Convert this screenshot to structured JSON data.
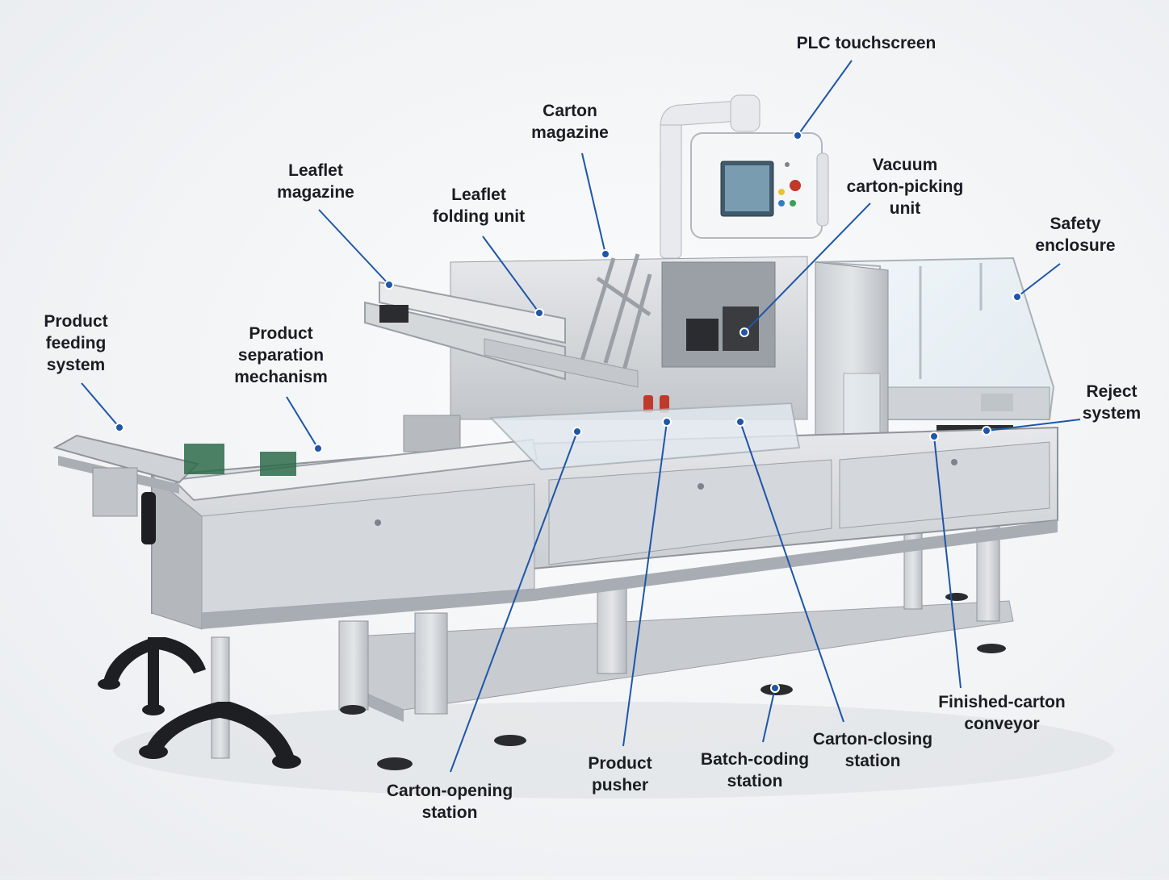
{
  "colors": {
    "leader": "#1f56a8",
    "steel_light": "#dcdfe2",
    "steel_mid": "#c3c7cb",
    "steel_dark": "#8e9399",
    "black": "#1c1c1e",
    "accent_green": "#2e6b4a",
    "accent_red": "#c0392b"
  },
  "labels": [
    {
      "id": "plc-touchscreen",
      "lines": [
        "PLC touchscreen"
      ]
    },
    {
      "id": "carton-magazine",
      "lines": [
        "Carton",
        "magazine"
      ]
    },
    {
      "id": "leaflet-magazine",
      "lines": [
        "Leaflet",
        "magazine"
      ]
    },
    {
      "id": "leaflet-folding-unit",
      "lines": [
        "Leaflet",
        "folding unit"
      ]
    },
    {
      "id": "vacuum-carton-picking-unit",
      "lines": [
        "Vacuum",
        "carton-picking",
        "unit"
      ]
    },
    {
      "id": "safety-enclosure",
      "lines": [
        "Safety",
        "enclosure"
      ]
    },
    {
      "id": "product-feeding-system",
      "lines": [
        "Product",
        "feeding",
        "system"
      ]
    },
    {
      "id": "product-separation-mechanism",
      "lines": [
        "Product",
        "separation",
        "mechanism"
      ]
    },
    {
      "id": "reject-system",
      "lines": [
        "Reject",
        "system"
      ]
    },
    {
      "id": "finished-carton-conveyor",
      "lines": [
        "Finished-carton",
        "conveyor"
      ]
    },
    {
      "id": "carton-closing-station",
      "lines": [
        "Carton-closing",
        "station"
      ]
    },
    {
      "id": "batch-coding-station",
      "lines": [
        "Batch-coding",
        "station"
      ]
    },
    {
      "id": "product-pusher",
      "lines": [
        "Product",
        "pusher"
      ]
    },
    {
      "id": "carton-opening-station",
      "lines": [
        "Carton-opening",
        "station"
      ]
    }
  ]
}
